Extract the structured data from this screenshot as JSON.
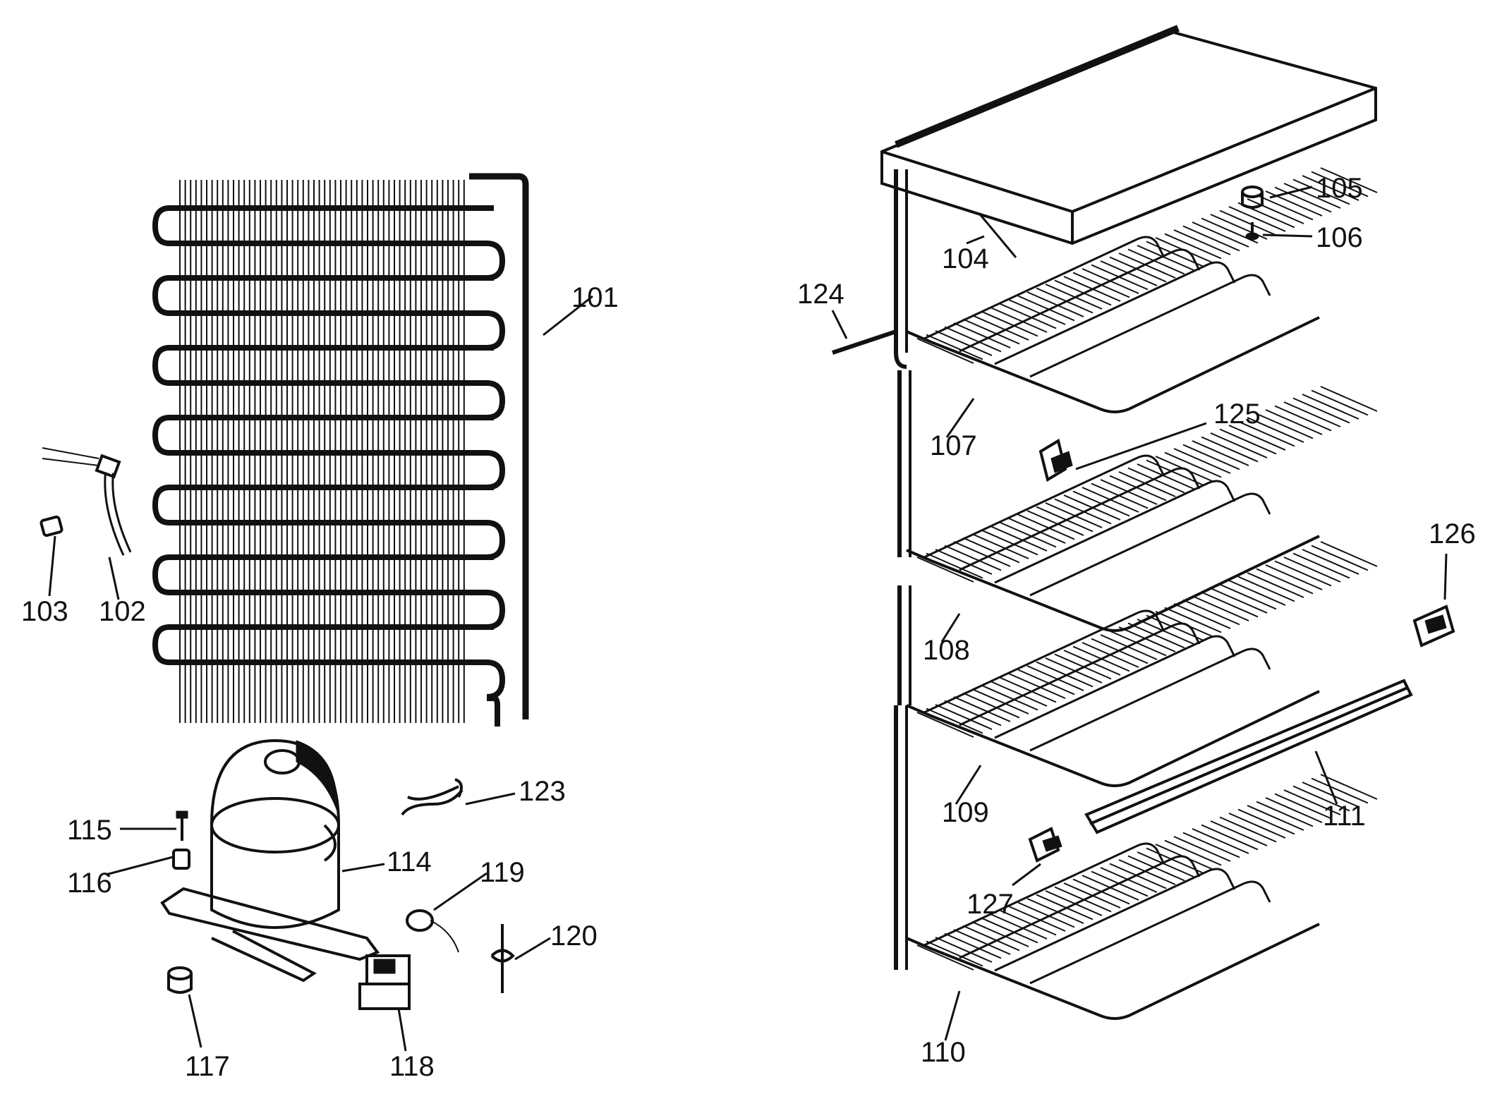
{
  "labels": {
    "101": "101",
    "102": "102",
    "103": "103",
    "104": "104",
    "105": "105",
    "106": "106",
    "107": "107",
    "108": "108",
    "109": "109",
    "110": "110",
    "111": "111",
    "114": "114",
    "115": "115",
    "116": "116",
    "117": "117",
    "118": "118",
    "119": "119",
    "120": "120",
    "123": "123",
    "124": "124",
    "125": "125",
    "126": "126",
    "127": "127"
  }
}
